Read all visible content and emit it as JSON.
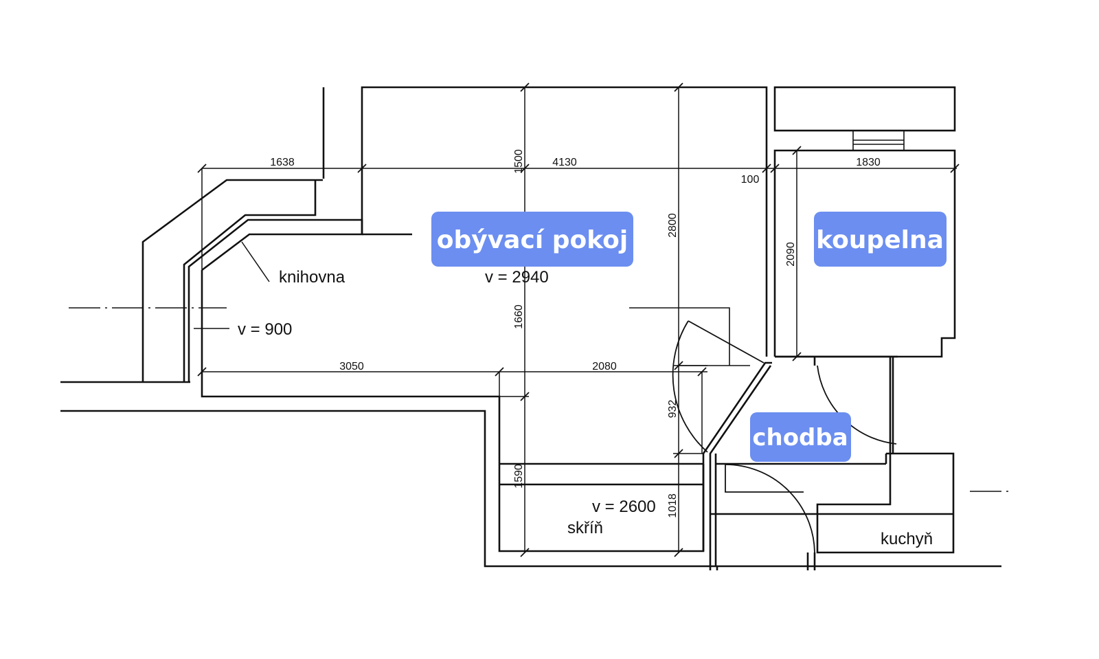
{
  "rooms": {
    "living": "obývací pokoj",
    "bathroom": "koupelna",
    "hallway": "chodba",
    "kitchen": "kuchyň",
    "bookcase": "knihovna",
    "wardrobe": "skříň"
  },
  "heights": {
    "living": "v = 2940",
    "bookcase": "v = 900",
    "wardrobe": "v = 2600"
  },
  "dimensions": {
    "d1638": "1638",
    "d4130": "4130",
    "d100": "100",
    "d1830": "1830",
    "d1500": "1500",
    "d2800": "2800",
    "d2090": "2090",
    "d1660": "1660",
    "d3050": "3050",
    "d2080": "2080",
    "d932": "932",
    "d1590": "1590",
    "d1018": "1018"
  },
  "colors": {
    "label_tag": "#6b8ef0",
    "line": "#111111"
  }
}
